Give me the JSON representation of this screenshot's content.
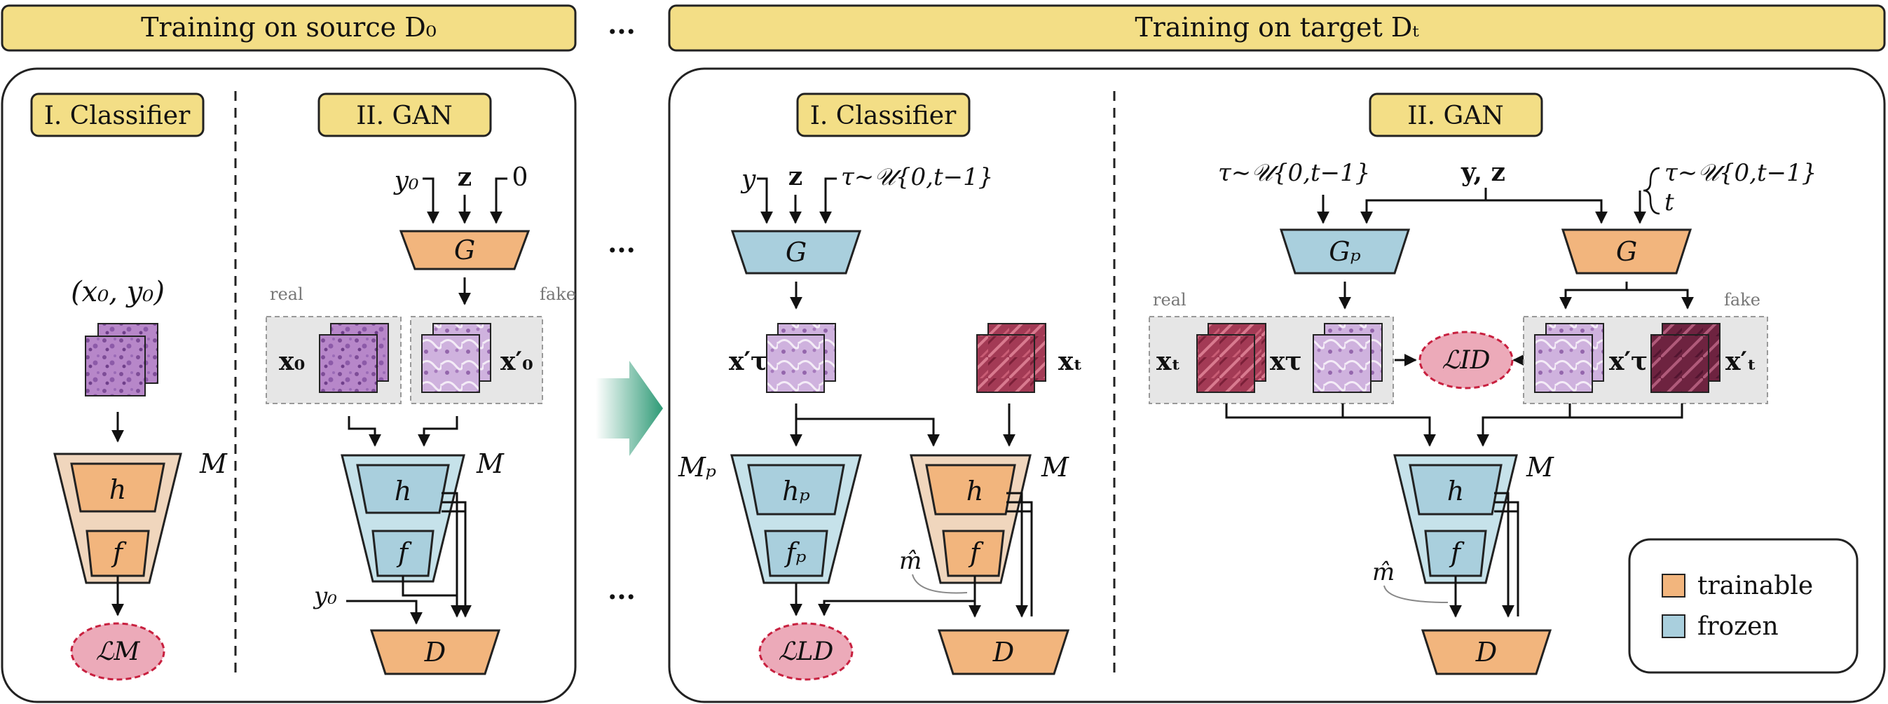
{
  "banners": {
    "source": "Training on source D₀",
    "target": "Training on target Dₜ",
    "ellipsis": "..."
  },
  "left": {
    "classifier_title": "I. Classifier",
    "gan_title": "II. GAN",
    "input_pair": "(x₀, y₀)",
    "model_M": "M",
    "h": "h",
    "f": "f",
    "loss": "ℒM",
    "gan_inputs": [
      "y₀",
      "z",
      "0"
    ],
    "G": "G",
    "real": "real",
    "fake": "fake",
    "x0": "x₀",
    "x0p": "x′₀",
    "y0": "y₀",
    "D": "D"
  },
  "right": {
    "classifier_title": "I. Classifier",
    "gan_title": "II. GAN",
    "cls_inputs": [
      "y",
      "z",
      "τ∼𝒰{0,t−1}"
    ],
    "G": "G",
    "xtau": "x′τ",
    "xt": "xₜ",
    "Mp": "Mₚ",
    "hp": "hₚ",
    "fp": "fₚ",
    "M": "M",
    "h": "h",
    "f": "f",
    "mhat": "m̂",
    "loss_ld": "ℒLD",
    "D": "D",
    "tau_left": "τ∼𝒰{0,t−1}",
    "yz": "y, z",
    "tau_right": "τ∼𝒰{0,t−1}",
    "t": "t",
    "Gp": "Gₚ",
    "G2": "G",
    "real": "real",
    "fake": "fake",
    "gan_xt": "xₜ",
    "gan_xtau": "xτ",
    "loss_id": "ℒID",
    "gan_xtau_p": "x′τ",
    "gan_xt_p": "x′ₜ",
    "M2": "M",
    "h2": "h",
    "f2": "f",
    "mhat2": "m̂",
    "D2": "D"
  },
  "legend": {
    "trainable": "trainable",
    "frozen": "frozen"
  },
  "colors": {
    "banner": "#f3de86",
    "trainable": "#f2b57d",
    "frozen": "#a9cfdd",
    "loss": "#ecaab9",
    "loss_border": "#c8203f",
    "arrow_gradient": "#2e9a76"
  }
}
